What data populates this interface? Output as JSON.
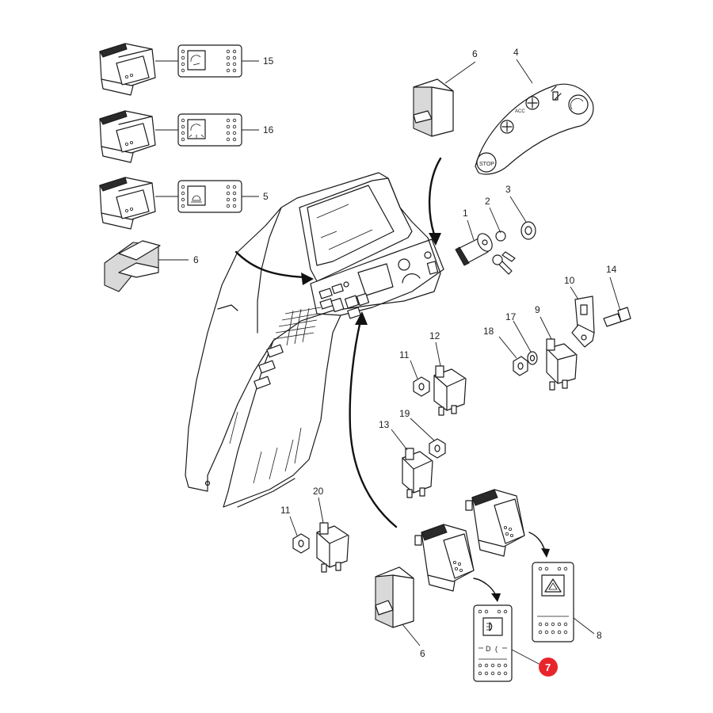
{
  "callouts": {
    "c1": "1",
    "c2": "2",
    "c3": "3",
    "c4": "4",
    "c5": "5",
    "c6a": "6",
    "c6b": "6",
    "c6c": "6",
    "c7": "7",
    "c8": "8",
    "c9": "9",
    "c10": "10",
    "c11a": "11",
    "c11b": "11",
    "c12": "12",
    "c13": "13",
    "c14": "14",
    "c15": "15",
    "c16": "16",
    "c17": "17",
    "c18": "18",
    "c19": "19",
    "c20": "20"
  },
  "colors": {
    "highlight_badge": "#e8252b",
    "line": "#1a1a1a"
  },
  "key_switch_labels": {
    "stop": "STOP",
    "acc": "ACC"
  }
}
